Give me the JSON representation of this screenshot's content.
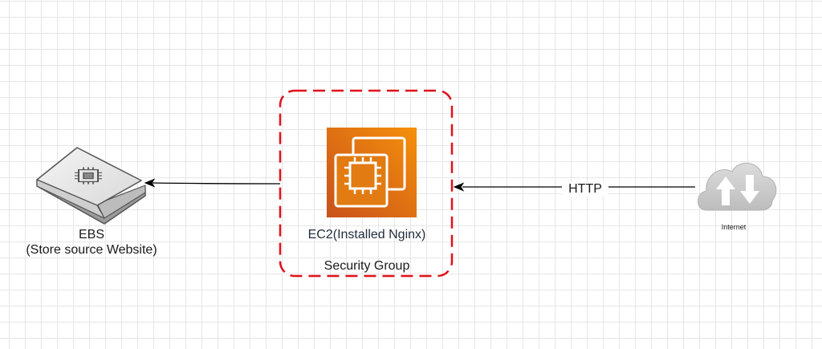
{
  "diagram": {
    "nodes": {
      "ebs": {
        "icon": "ebs-volume-icon",
        "title": "EBS",
        "subtitle": "(Store source Website)"
      },
      "ec2": {
        "icon": "ec2-instance-icon",
        "label": "EC2(Installed Nginx)",
        "icon_color": "#e8710a"
      },
      "security_group": {
        "label": "Security Group",
        "border_color": "#e0101a"
      },
      "internet": {
        "icon": "internet-cloud-icon",
        "label": "Internet"
      }
    },
    "edges": [
      {
        "from": "ec2",
        "to": "ebs",
        "label": ""
      },
      {
        "from": "internet",
        "to": "ec2",
        "label": "HTTP"
      }
    ]
  }
}
